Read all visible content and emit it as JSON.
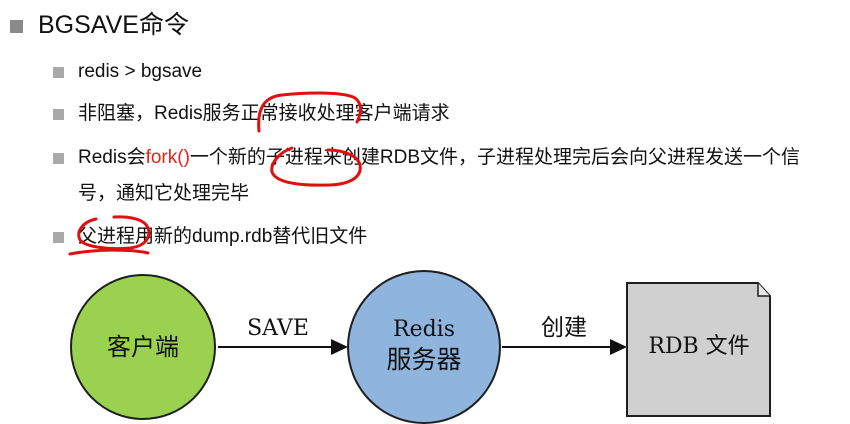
{
  "title": "BGSAVE命令",
  "bullets": {
    "b1": "redis > bgsave",
    "b2": "非阻塞，Redis服务正常接收处理客户端请求",
    "b3_pre": "Redis会",
    "b3_red": "fork()",
    "b3_post": "一个新的子进程来创建RDB文件，子进程处理完后会向父进程发送一个信",
    "b3_cont": "号，通知它处理完毕",
    "b4": "父进程用新的dump.rdb替代旧文件"
  },
  "diagram": {
    "client": "客户端",
    "arrow1": "SAVE",
    "server_line1": "Redis",
    "server_line2": "服务器",
    "arrow2": "创建",
    "file": "RDB 文件"
  },
  "colors": {
    "client_fill": "#9ad24f",
    "server_fill": "#8fb5df",
    "file_fill": "#d0d0d0",
    "highlight": "#e2231a",
    "annotation": "#e01010"
  }
}
